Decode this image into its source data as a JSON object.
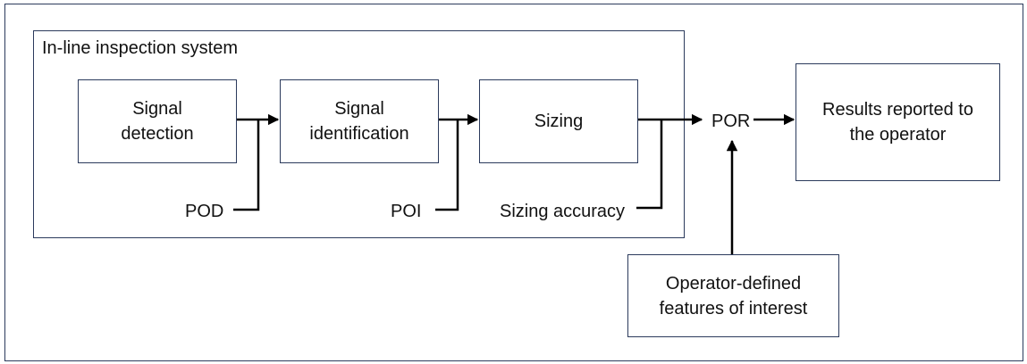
{
  "system": {
    "title": "In-line inspection system"
  },
  "boxes": {
    "signal_detection": "Signal\ndetection",
    "signal_identification": "Signal\nidentification",
    "sizing": "Sizing",
    "results": "Results reported to\nthe operator",
    "operator_features": "Operator-defined\nfeatures of interest"
  },
  "labels": {
    "pod": "POD",
    "poi": "POI",
    "sizing_accuracy": "Sizing accuracy",
    "por": "POR"
  }
}
